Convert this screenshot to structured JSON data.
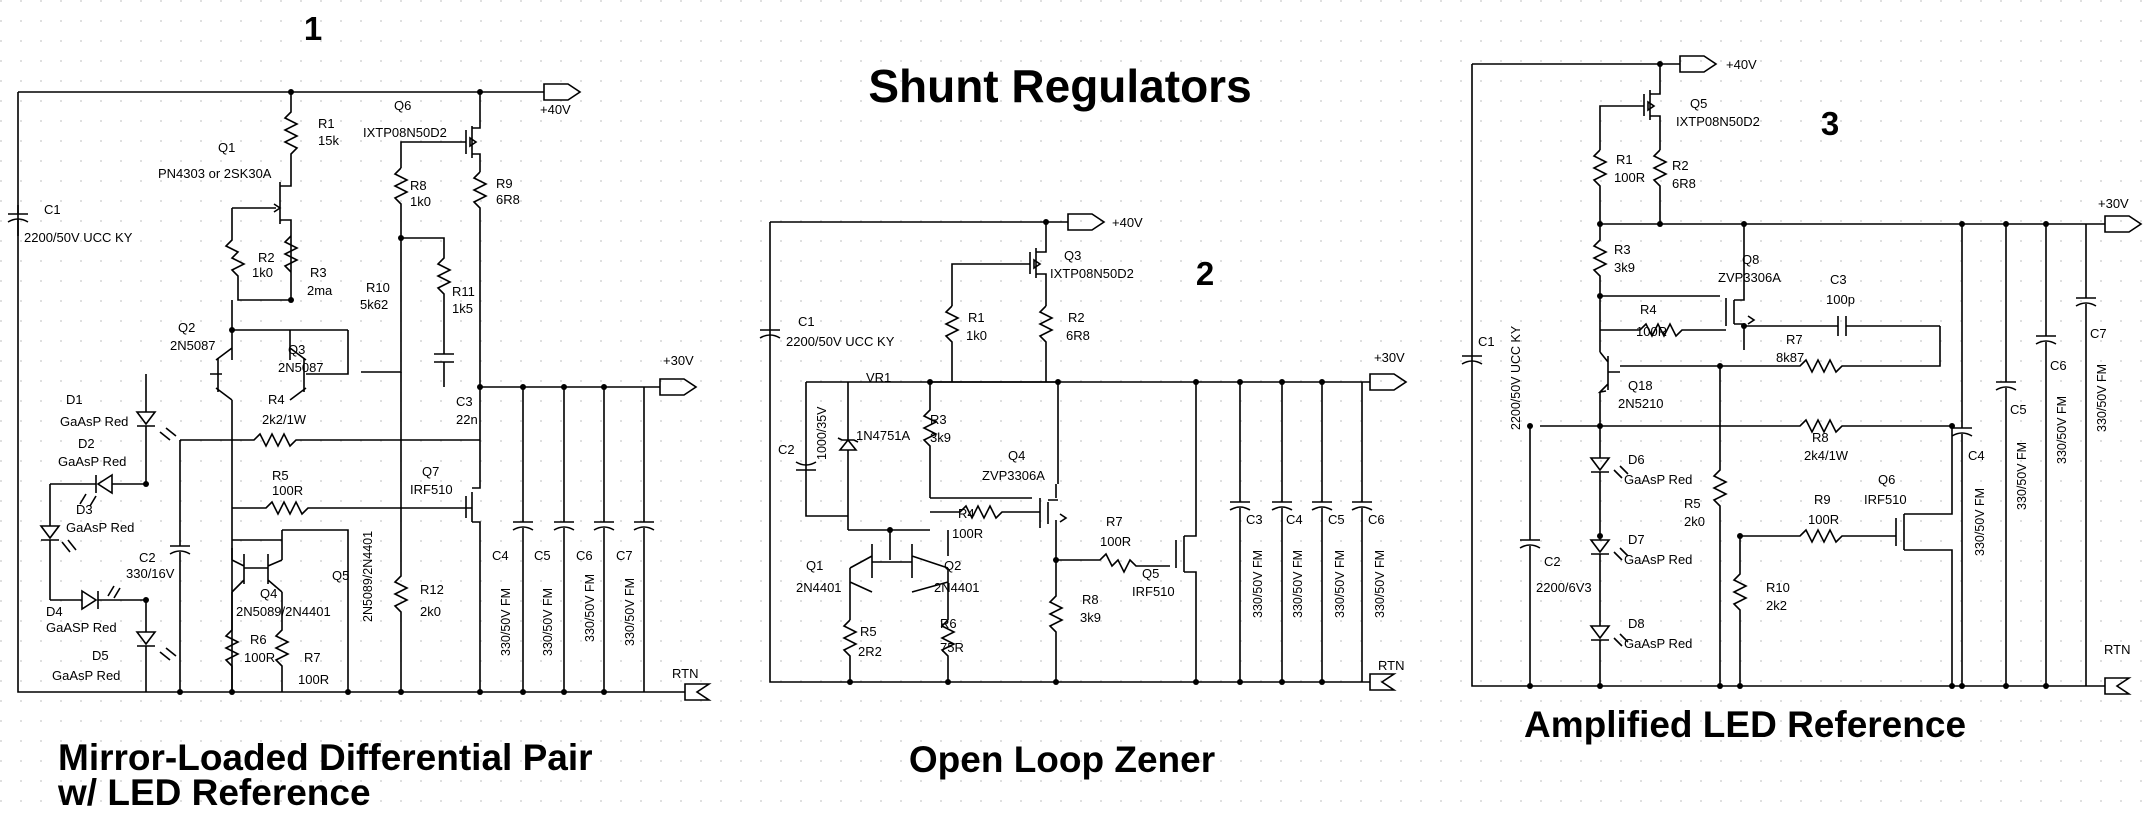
{
  "title": "Shunt Regulators",
  "circuits": [
    {
      "number": "1",
      "caption_line1": "Mirror-Loaded Differential Pair",
      "caption_line2": "w/ LED Reference",
      "rail_in": "+40V",
      "rail_out": "+30V",
      "return": "RTN",
      "components": [
        {
          "ref": "C1",
          "value": "2200/50V UCC KY"
        },
        {
          "ref": "R1",
          "value": "15k"
        },
        {
          "ref": "Q1",
          "value": "PN4303 or 2SK30A"
        },
        {
          "ref": "R2",
          "value": "1k0"
        },
        {
          "ref": "R3",
          "value": "2ma"
        },
        {
          "ref": "Q6",
          "value": "IXTP08N50D2"
        },
        {
          "ref": "R8",
          "value": "1k0"
        },
        {
          "ref": "R9",
          "value": "6R8"
        },
        {
          "ref": "R10",
          "value": "5k62"
        },
        {
          "ref": "R11",
          "value": "1k5"
        },
        {
          "ref": "Q2",
          "value": "2N5087"
        },
        {
          "ref": "Q3",
          "value": "2N5087"
        },
        {
          "ref": "D1",
          "value": "GaAsP Red"
        },
        {
          "ref": "D2",
          "value": "GaAsP Red"
        },
        {
          "ref": "R4",
          "value": "2k2/1W"
        },
        {
          "ref": "C3",
          "value": "22n"
        },
        {
          "ref": "R5",
          "value": "100R"
        },
        {
          "ref": "Q7",
          "value": "IRF510"
        },
        {
          "ref": "D3",
          "value": "GaAsP Red"
        },
        {
          "ref": "C2",
          "value": "330/16V"
        },
        {
          "ref": "Q4",
          "value": "2N5089/2N4401"
        },
        {
          "ref": "Q5",
          "value": "2N5089/2N4401"
        },
        {
          "ref": "D4",
          "value": "GaASP Red"
        },
        {
          "ref": "R6",
          "value": "100R"
        },
        {
          "ref": "R7",
          "value": "100R"
        },
        {
          "ref": "R12",
          "value": "2k0"
        },
        {
          "ref": "D5",
          "value": "GaAsP Red"
        },
        {
          "ref": "C4",
          "value": "330/50V FM"
        },
        {
          "ref": "C5",
          "value": "330/50V FM"
        },
        {
          "ref": "C6",
          "value": "330/50V FM"
        },
        {
          "ref": "C7",
          "value": "330/50V FM"
        }
      ]
    },
    {
      "number": "2",
      "caption": "Open Loop Zener",
      "rail_in": "+40V",
      "rail_out": "+30V",
      "return": "RTN",
      "components": [
        {
          "ref": "Q3",
          "value": "IXTP08N50D2"
        },
        {
          "ref": "C1",
          "value": "2200/50V UCC KY"
        },
        {
          "ref": "R1",
          "value": "1k0"
        },
        {
          "ref": "R2",
          "value": "6R8"
        },
        {
          "ref": "VR1",
          "value": "1N4751A"
        },
        {
          "ref": "R3",
          "value": "3k9"
        },
        {
          "ref": "C2",
          "value": "1000/35V"
        },
        {
          "ref": "Q4",
          "value": "ZVP3306A"
        },
        {
          "ref": "R4",
          "value": "100R"
        },
        {
          "ref": "R7",
          "value": "100R"
        },
        {
          "ref": "Q5",
          "value": "IRF510"
        },
        {
          "ref": "Q1",
          "value": "2N4401"
        },
        {
          "ref": "Q2",
          "value": "2N4401"
        },
        {
          "ref": "R8",
          "value": "3k9"
        },
        {
          "ref": "R5",
          "value": "2R2"
        },
        {
          "ref": "R6",
          "value": "75R"
        },
        {
          "ref": "C3",
          "value": "330/50V FM"
        },
        {
          "ref": "C4",
          "value": "330/50V FM"
        },
        {
          "ref": "C5",
          "value": "330/50V FM"
        },
        {
          "ref": "C6",
          "value": "330/50V FM"
        }
      ]
    },
    {
      "number": "3",
      "caption": "Amplified LED Reference",
      "rail_in": "+40V",
      "rail_out": "+30V",
      "return": "RTN",
      "components": [
        {
          "ref": "Q5",
          "value": "IXTP08N50D2"
        },
        {
          "ref": "R1",
          "value": "100R"
        },
        {
          "ref": "R2",
          "value": "6R8"
        },
        {
          "ref": "R3",
          "value": "3k9"
        },
        {
          "ref": "Q8",
          "value": "ZVP3306A"
        },
        {
          "ref": "C3",
          "value": "100p"
        },
        {
          "ref": "C1",
          "value": "2200/50V UCC KY"
        },
        {
          "ref": "R4",
          "value": "100R"
        },
        {
          "ref": "R7",
          "value": "8k87"
        },
        {
          "ref": "Q18",
          "value": "2N5210"
        },
        {
          "ref": "R8",
          "value": "2k4/1W"
        },
        {
          "ref": "D6",
          "value": "GaAsP Red"
        },
        {
          "ref": "R5",
          "value": "2k0"
        },
        {
          "ref": "R9",
          "value": "100R"
        },
        {
          "ref": "Q6",
          "value": "IRF510"
        },
        {
          "ref": "C2",
          "value": "2200/6V3"
        },
        {
          "ref": "D7",
          "value": "GaAsP Red"
        },
        {
          "ref": "R10",
          "value": "2k2"
        },
        {
          "ref": "D8",
          "value": "GaAsP Red"
        },
        {
          "ref": "C4",
          "value": "330/50V FM"
        },
        {
          "ref": "C5",
          "value": "330/50V FM"
        },
        {
          "ref": "C6",
          "value": "330/50V FM"
        },
        {
          "ref": "C7",
          "value": "330/50V FM"
        }
      ]
    }
  ]
}
